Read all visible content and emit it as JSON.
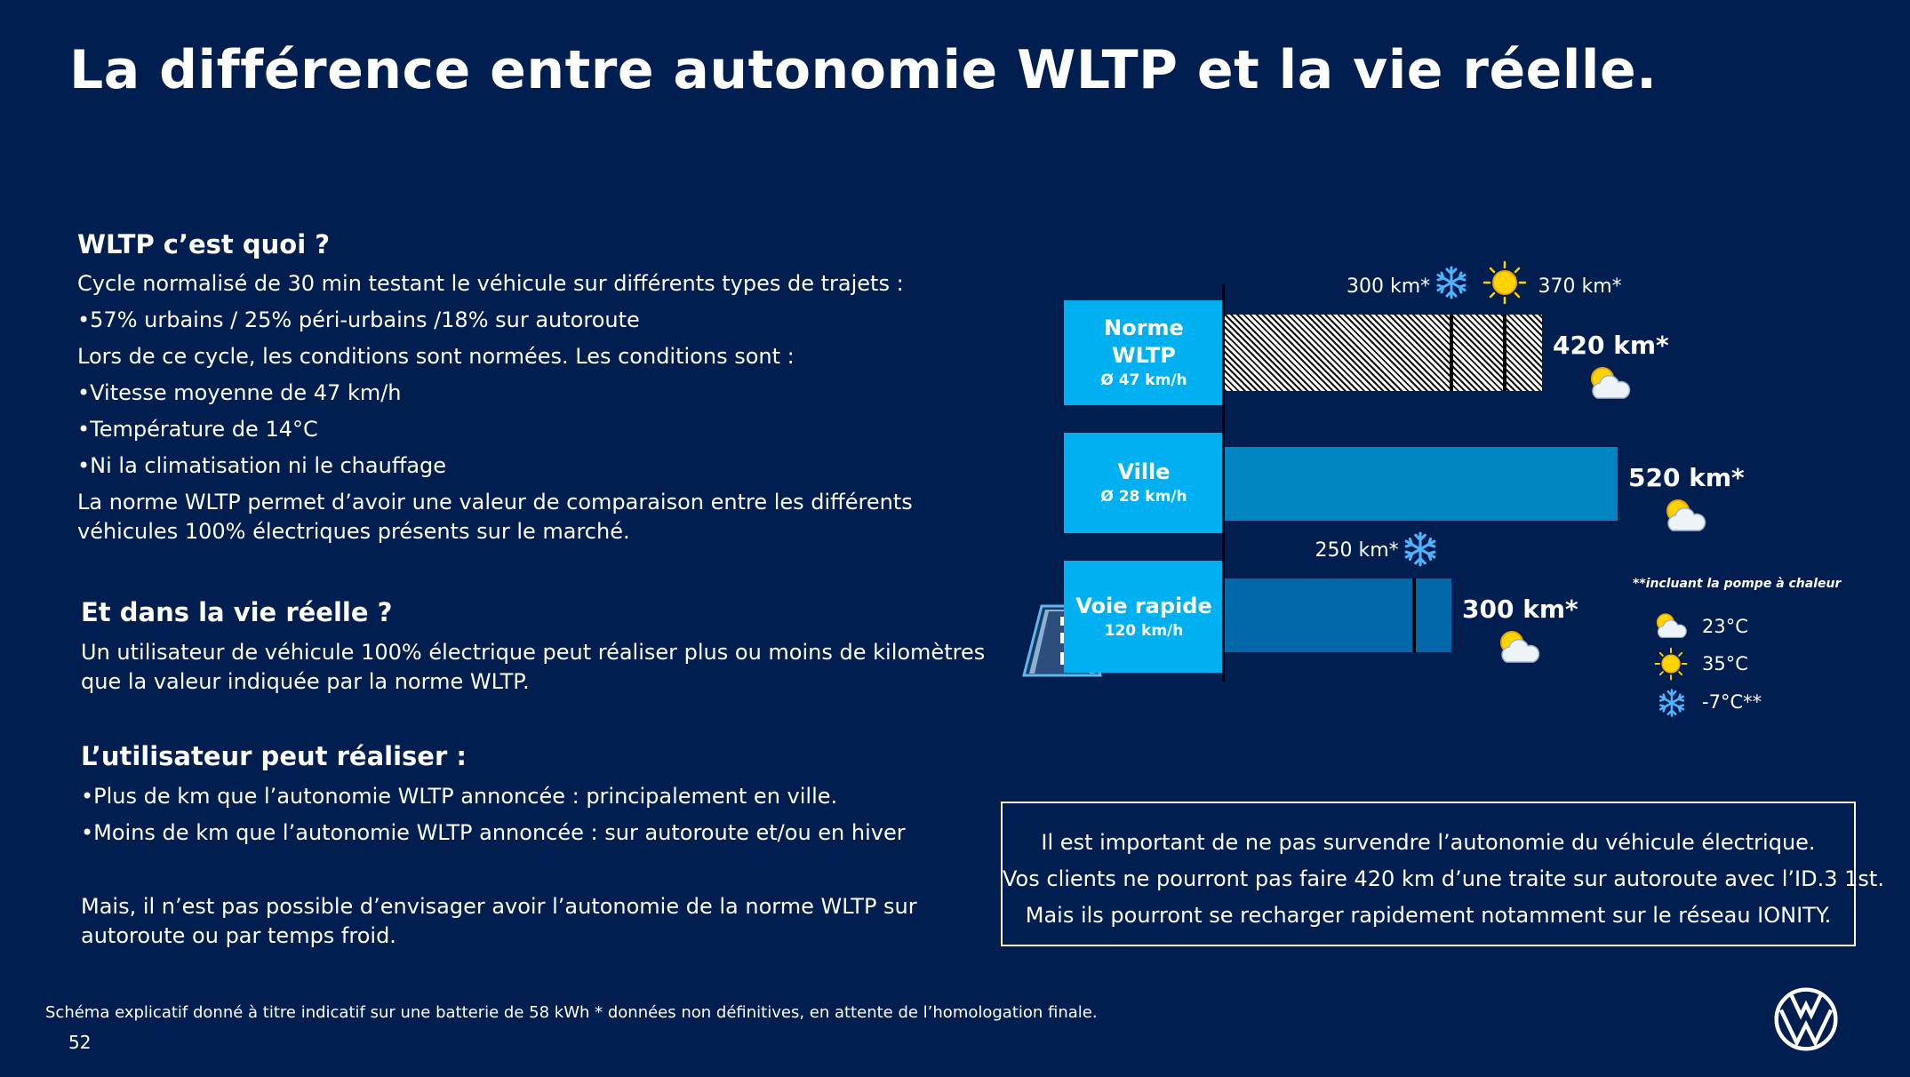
{
  "title": "La différence entre autonomie WLTP et la vie réelle.",
  "wltp": {
    "heading": "WLTP c’est quoi ?",
    "lines": [
      "Cycle normalisé de 30 min testant le véhicule sur différents types de trajets :",
      "•57% urbains / 25% péri-urbains /18% sur autoroute",
      "Lors de ce cycle, les conditions sont normées. Les conditions sont :",
      "•Vitesse moyenne de 47 km/h",
      "•Température de 14°C",
      "•Ni la climatisation ni le chauffage",
      "La norme WLTP permet d’avoir une valeur de comparaison entre les différents",
      "véhicules 100% électriques présents sur le marché."
    ]
  },
  "reel": {
    "heading": "Et dans la vie réelle ?",
    "lines": [
      "Un utilisateur de véhicule 100% électrique peut réaliser plus ou moins de kilomètres",
      "que la valeur indiquée par la norme WLTP."
    ]
  },
  "utilisateur": {
    "heading": "L’utilisateur peut réaliser :",
    "lines": [
      "•Plus de km que l’autonomie WLTP annoncée : principalement en ville.",
      "•Moins de km que l’autonomie WLTP annoncée  : sur autoroute et/ou en hiver"
    ],
    "conclusion": [
      "Mais, il n’est pas possible d’envisager avoir l’autonomie de la norme WLTP sur",
      "autoroute ou par temps froid."
    ]
  },
  "chart_data": {
    "type": "bar",
    "orientation": "horizontal",
    "categories": [
      {
        "name": "Norme WLTP",
        "label_lines": [
          "Norme",
          "WLTP"
        ],
        "sub": "Ø 47 km/h"
      },
      {
        "name": "Ville",
        "label_lines": [
          "Ville"
        ],
        "sub": "Ø 28 km/h"
      },
      {
        "name": "Voie rapide",
        "label_lines": [
          "Voie rapide"
        ],
        "sub": "120 km/h"
      }
    ],
    "values": [
      420,
      520,
      300
    ],
    "value_labels": [
      "420 km*",
      "520 km*",
      "300 km*"
    ],
    "markers": [
      {
        "category": "Norme WLTP",
        "value": 300,
        "label": "300 km*",
        "icon": "snowflake-icon"
      },
      {
        "category": "Norme WLTP",
        "value": 370,
        "label": "370 km*",
        "icon": "sun-icon"
      },
      {
        "category": "Voie rapide",
        "value": 250,
        "label": "250 km*",
        "icon": "snowflake-icon"
      }
    ],
    "colors": {
      "label_box": "#00b0f0",
      "ville_bar": "#0085c0",
      "voie_bar": "#0067a8",
      "wltp_bar": "hatched"
    },
    "legend": {
      "note": "**incluant la pompe à chaleur",
      "items": [
        {
          "icon": "sun-cloud-icon",
          "label": "23°C"
        },
        {
          "icon": "sun-icon",
          "label": "35°C"
        },
        {
          "icon": "snowflake-icon",
          "label": "-7°C**"
        }
      ]
    }
  },
  "notice": [
    "Il est important de ne pas survendre l’autonomie du véhicule électrique.",
    "Vos clients ne pourront pas faire 420 km d’une traite sur autoroute avec l’ID.3 1st.",
    "Mais ils pourront se recharger rapidement notamment sur le réseau IONITY."
  ],
  "footer": "Schéma explicatif donné à titre indicatif sur une batterie de 58 kWh  * données non définitives, en attente de l’homologation finale.",
  "page_number": "52",
  "brand": {
    "logo": "vw-logo",
    "background": "#001e50"
  }
}
